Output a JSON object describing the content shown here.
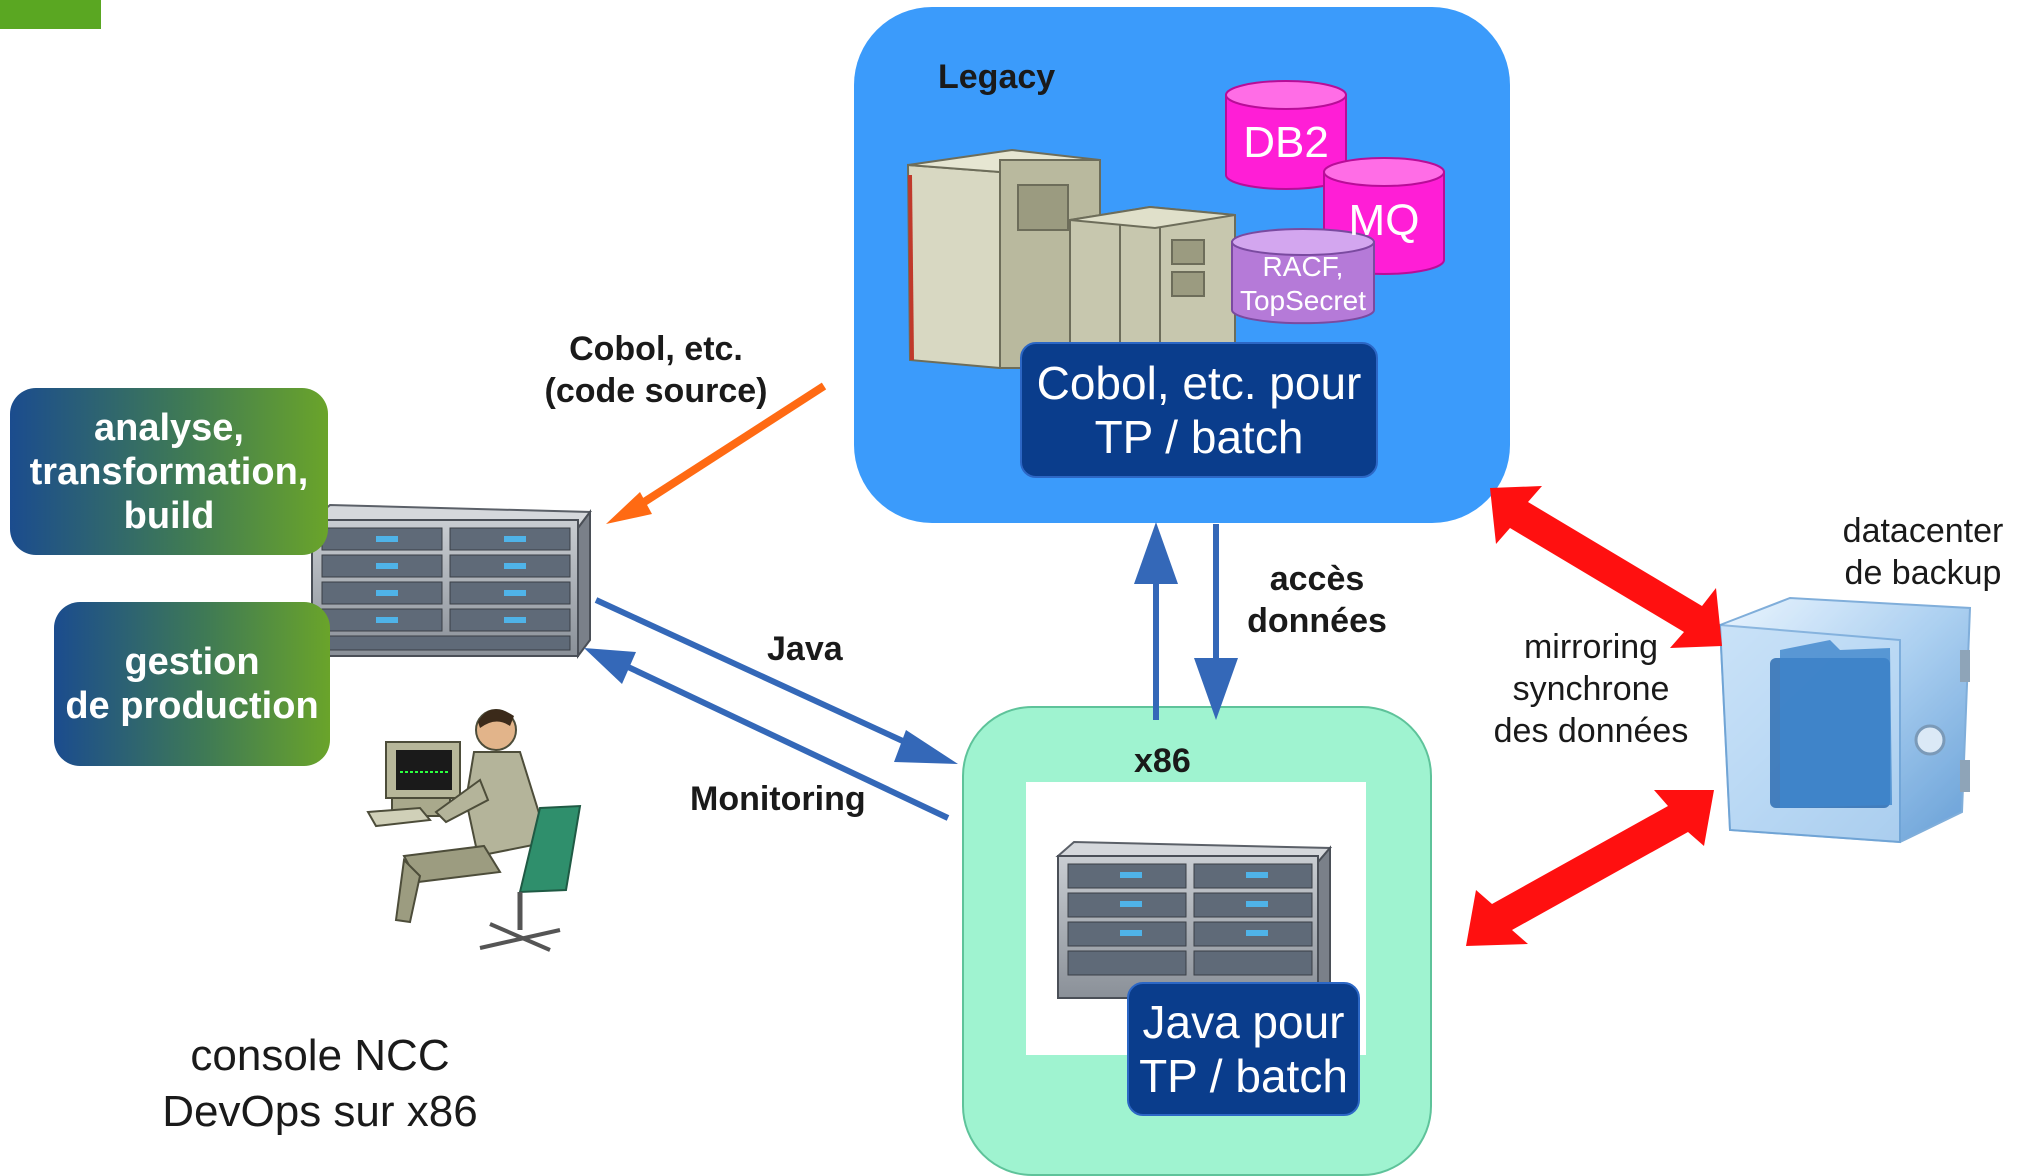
{
  "legacy": {
    "title": "Legacy",
    "db_labels": {
      "db2": "DB2",
      "mq": "MQ",
      "racf_line1": "RACF,",
      "racf_line2": "TopSecret"
    },
    "cobol_tp_line1": "Cobol, etc. pour",
    "cobol_tp_line2": "TP / batch"
  },
  "x86": {
    "title": "x86",
    "java_tp_line1": "Java pour",
    "java_tp_line2": "TP / batch"
  },
  "left_tools": {
    "analyse_line1": "analyse,",
    "analyse_line2": "transformation,",
    "analyse_line3": "build",
    "gestion_line1": "gestion",
    "gestion_line2": "de production"
  },
  "labels": {
    "cobol_source_line1": "Cobol, etc.",
    "cobol_source_line2": "(code source)",
    "java": "Java",
    "monitoring": "Monitoring",
    "acces_line1": "accès",
    "acces_line2": "données",
    "mirroring_line1": "mirroring",
    "mirroring_line2": "synchrone",
    "mirroring_line3": "des données",
    "datacenter_line1": "datacenter",
    "datacenter_line2": "de backup",
    "console_line1": "console NCC",
    "console_line2": "DevOps sur x86"
  },
  "colors": {
    "legacy_box": "#3b9bfb",
    "x86_box": "#9ff3d0",
    "navy_box": "#0a3d8c",
    "cobol_arrow": "#ff6a13",
    "java_arrows": "#3468b8",
    "mirror_arrows": "#ff1010",
    "db_magenta": "#ff1ed6",
    "racf_purple": "#b57ad8"
  }
}
